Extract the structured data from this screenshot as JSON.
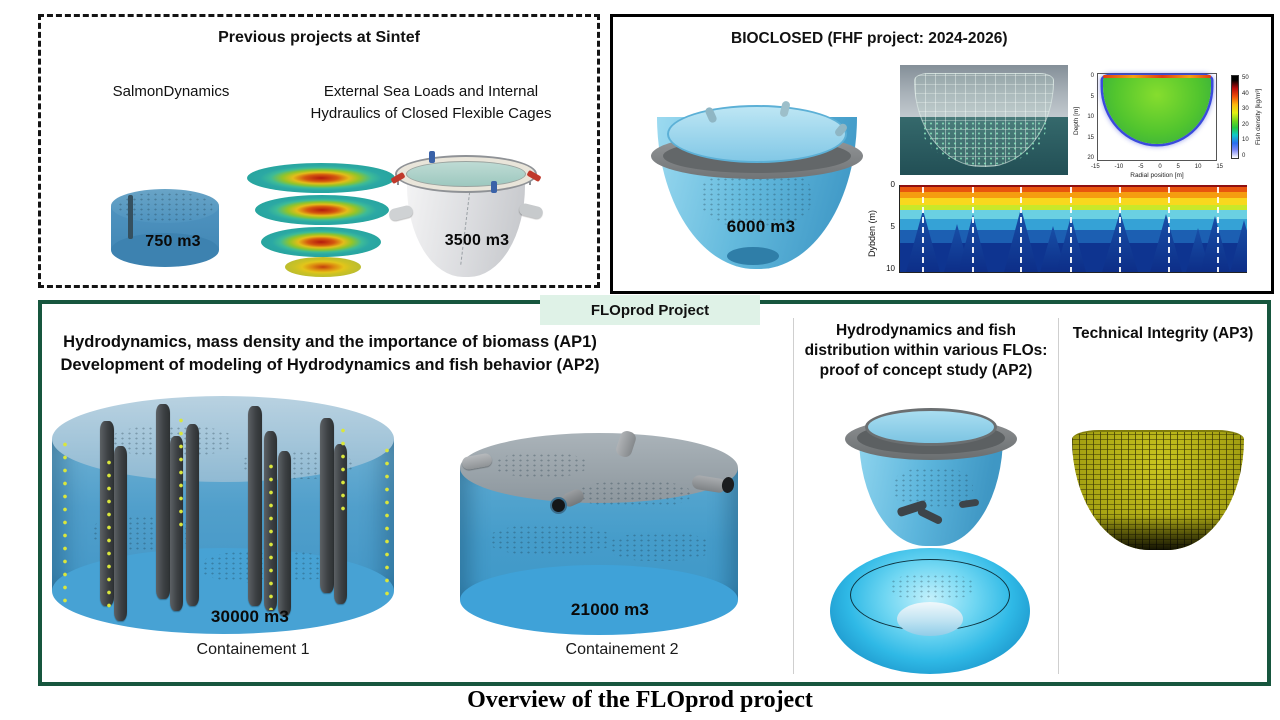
{
  "colors": {
    "panel_green_border": "#17563E",
    "tab_bg": "#DFF2E7",
    "cage_blue": "#4AA3CF",
    "torus_cyan": "#35C2E8",
    "mesh_yellow": "#B7B314"
  },
  "previous_projects": {
    "title": "Previous projects at Sintef",
    "salmon_dynamics_label": "SalmonDynamics",
    "salmon_dynamics_volume": "750 m3",
    "esl_label": "External Sea Loads and Internal Hydraulics of Closed Flexible Cages",
    "esl_volume": "3500 m3"
  },
  "bioclosed": {
    "title": "BIOCLOSED (FHF project: 2024-2026)",
    "volume": "6000 m3",
    "heatmap": {
      "ylabel": "Depth [m]",
      "xlabel": "Radial position [m]",
      "yticks": [
        "0",
        "5",
        "10",
        "15",
        "20"
      ],
      "xticks": [
        "-15",
        "-10",
        "-5",
        "0",
        "5",
        "10",
        "15"
      ],
      "colorbar_label": "Fish density [kg/m³]",
      "colorbar_ticks": [
        "0",
        "10",
        "20",
        "30",
        "40",
        "50"
      ]
    },
    "echogram": {
      "ylabel": "Dybden (m)",
      "yticks": [
        "0",
        "5",
        "10"
      ]
    }
  },
  "floprod": {
    "tab_label": "FLOprod Project",
    "heading_line1": "Hydrodynamics, mass density and the importance of biomass (AP1)",
    "heading_line2": "Development of modeling of Hydrodynamics and fish behavior (AP2)",
    "containment1": {
      "volume": "30000 m3",
      "caption": "Containement 1"
    },
    "containment2": {
      "volume": "21000 m3",
      "caption": "Containement 2"
    },
    "col3_heading": "Hydrodynamics and fish distribution within various FLOs: proof of concept study (AP2)",
    "col4_heading": "Technical Integrity (AP3)"
  },
  "caption": "Overview of the FLOprod project",
  "chart_data": [
    {
      "type": "heatmap",
      "title": "",
      "xlabel": "Radial position [m]",
      "ylabel": "Depth [m]",
      "xticks": [
        -15,
        -10,
        -5,
        0,
        5,
        10,
        15
      ],
      "yticks": [
        0,
        5,
        10,
        15,
        20
      ],
      "xlim": [
        -15,
        15
      ],
      "ylim": [
        20,
        0
      ],
      "colorbar_label": "Fish density [kg/m³]",
      "colorbar_ticks": [
        0,
        10,
        20,
        30,
        40,
        50
      ],
      "legend_position": "right-colorbar",
      "grid": false,
      "description": "Bowl-shaped region of fish density ~20-30 kg/m³ (green) spanning radial position -13 to 13 m from the surface down to ~14 m depth, bounded by a blue low-density rim, with a thin orange-red high-density strip at the surface"
    },
    {
      "type": "heatmap",
      "title": "",
      "xlabel": "",
      "ylabel": "Dybden (m)",
      "yticks": [
        0,
        5,
        10
      ],
      "ylim": [
        10,
        0
      ],
      "grid": false,
      "description": "Echogram: continuous high-intensity red/orange/yellow band in the upper 0-3 m, jagged cyan-to-dark-blue regions below reaching ~10 m, with 7 evenly spaced vertical white dashed marker lines"
    }
  ]
}
